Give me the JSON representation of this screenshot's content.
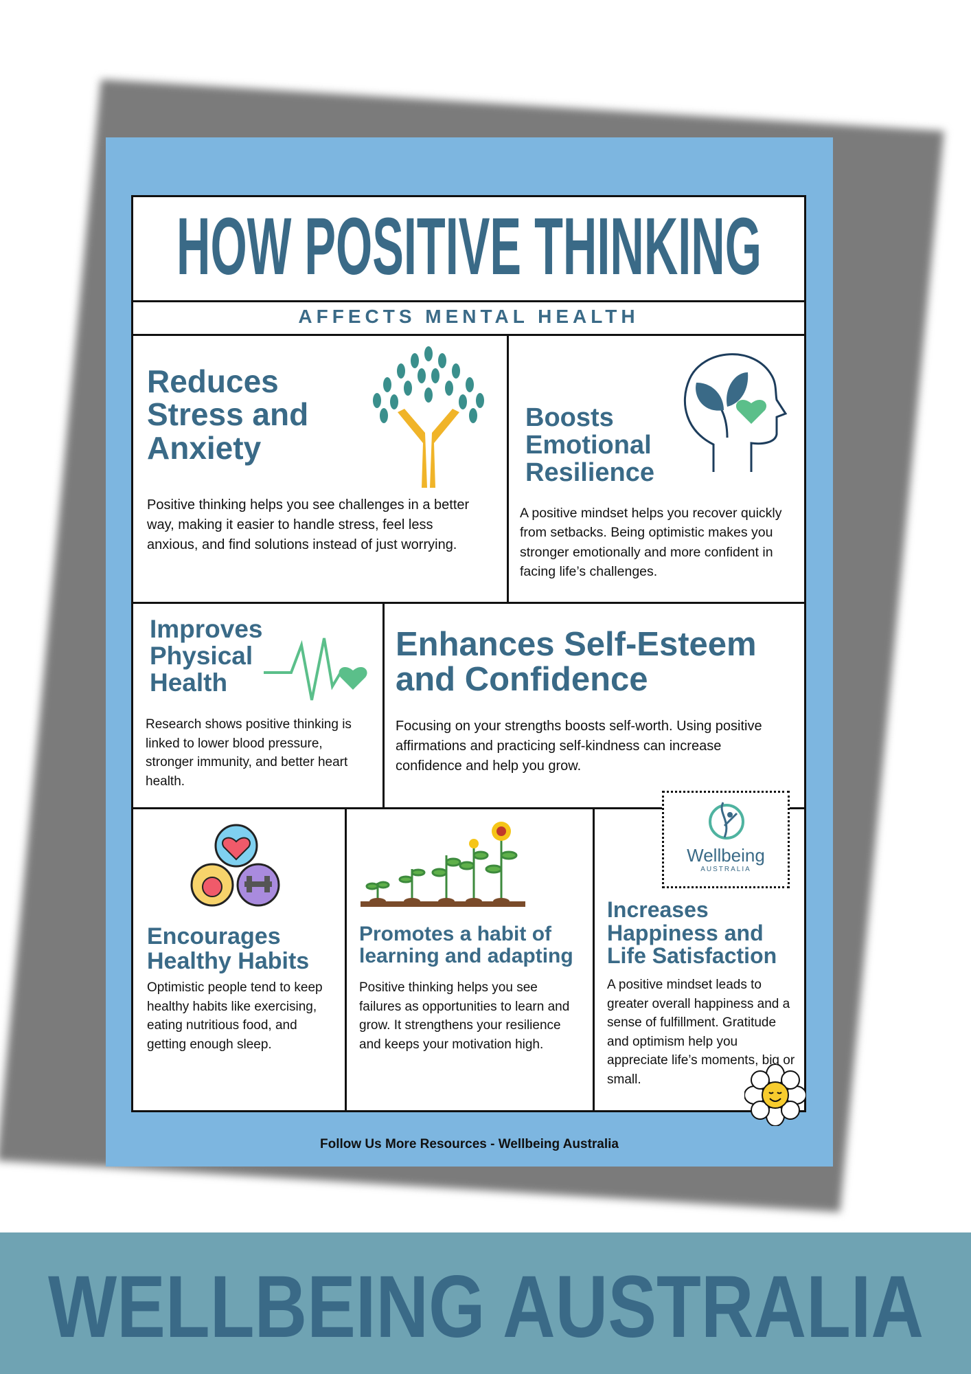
{
  "title": "HOW POSITIVE THINKING",
  "subtitle": "AFFECTS MENTAL HEALTH",
  "sections": [
    {
      "heading": "Reduces Stress and Anxiety",
      "body": "Positive thinking helps you see challenges in a better way, making it easier to handle stress, feel less anxious, and find solutions instead of just worrying.",
      "icon": "tree-hands-icon"
    },
    {
      "heading": "Boosts Emotional Resilience",
      "body": "A positive mindset helps you recover quickly from setbacks. Being optimistic makes you stronger emotionally and more confident in facing life’s challenges.",
      "icon": "head-leaf-heart-icon"
    },
    {
      "heading": "Improves Physical Health",
      "body": "Research shows positive thinking is linked to lower blood pressure, stronger immunity, and better heart health.",
      "icon": "heartbeat-icon"
    },
    {
      "heading": "Enhances Self-Esteem and Confidence",
      "body": "Focusing on your strengths boosts self-worth. Using positive affirmations and practicing self-kindness can increase confidence and help you grow."
    },
    {
      "heading": "Encourages Healthy Habits",
      "body": "Optimistic people tend to keep healthy habits like exercising, eating nutritious food, and getting enough sleep.",
      "icon": "heart-apple-dumbbell-icon"
    },
    {
      "heading": "Promotes a habit of learning and adapting",
      "body": "Positive thinking helps you see failures as opportunities to learn and grow. It strengthens your resilience and keeps your motivation high.",
      "icon": "growing-plants-icon"
    },
    {
      "heading": "Increases Happiness and Life Satisfaction",
      "body": "A positive mindset leads to greater overall happiness and a sense of fulfillment. Gratitude and optimism help you appreciate life’s moments, big or small.",
      "icon": "smiling-daisy-icon"
    }
  ],
  "logo": {
    "name": "Wellbeing",
    "tagline": "AUSTRALIA"
  },
  "footer": "Follow Us More Resources - Wellbeing Australia",
  "banner": "WELLBEING AUSTRALIA",
  "colors": {
    "heading": "#3a6a87",
    "poster": "#7db6e0",
    "banner": "#6fa3b3"
  }
}
